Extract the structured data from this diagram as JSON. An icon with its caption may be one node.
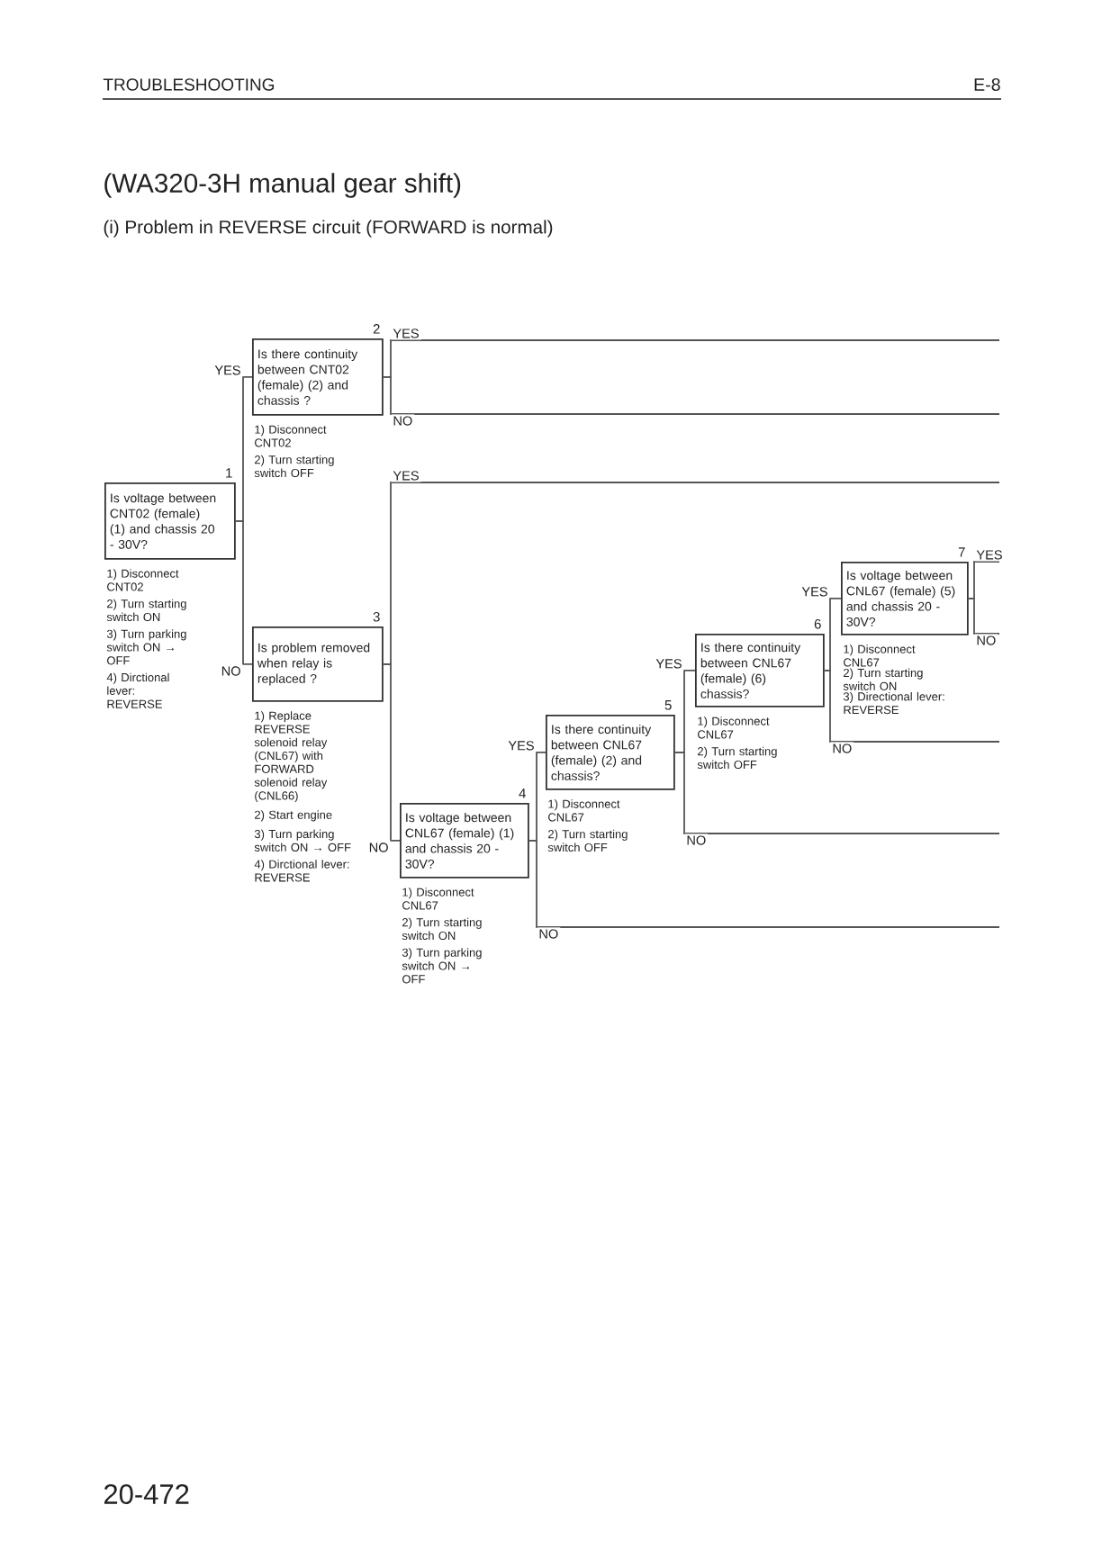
{
  "diagram": {
    "title": "(WA320-3H manual gear shift)",
    "nodes": [
      {
        "text": [
          "1",
          "Is voltage between CNT02 (female) (1) and chassis 20 - 30V?"
        ],
        "beside": [
          "1) Disconnect CNT02",
          "2) Turn starting switch ON",
          "3) Turn parking switch ON → OFF",
          "4) Dirctional lever: REVERSE"
        ]
      },
      {
        "text": [
          "2",
          "Is there continuity between CNT02 (female) (2) and chassis ?"
        ],
        "beside": [
          "1) Disconnect CNT02",
          "2) Turn starting switch OFF"
        ]
      },
      {
        "text": [
          "3",
          "Is problem removed when relay is replaced ?"
        ],
        "beside": [
          "1) Replace REVERSE solenoid relay (CNL67) with FORWARD solenoid relay (CNL66)",
          "2) Start engine",
          "3) Turn parking switch ON → OFF",
          "4) Dirctional lever: REVERSE"
        ]
      },
      {
        "text": [
          "4",
          "Is voltage between CNL67 (female) (1) and chassis 20 - 30V?"
        ],
        "beside": [
          "1) Disconnect CNL67",
          "2) Turn starting switch ON",
          "3) Turn parking switch ON → OFF"
        ]
      },
      {
        "text": [
          "5",
          "Is there continuity between CNL67 (female) (2) and chassis?"
        ],
        "beside": [
          "1) Disconnect CNL67",
          "2) Turn starting switch OFF"
        ]
      },
      {
        "text": [
          "6",
          "Is there continuity between CNL67 (female) (6) chassis?"
        ],
        "beside": [
          "1) Disconnect CNL67",
          "2) Turn starting switch OFF"
        ]
      },
      {
        "text": [
          "7",
          "Is voltage between CNL67 (female) (5) and chassis 20 - 30V?"
        ],
        "beside": [
          "1) Disconnect CNL67",
          "2) Turn starting switch ON",
          "3) Directional lever: REVERSE"
        ]
      }
    ],
    "edges": [
      {
        "from": 0,
        "to": 1,
        "arrow": "none",
        "label": "YES"
      },
      {
        "from": 0,
        "to": 2,
        "arrow": "none",
        "label": "NO"
      },
      {
        "from": 1,
        "to": null,
        "arrow": "none",
        "label": "YES"
      },
      {
        "from": 1,
        "to": null,
        "arrow": "none",
        "label": "NO"
      },
      {
        "from": 2,
        "to": null,
        "arrow": "none",
        "label": "YES"
      },
      {
        "from": 2,
        "to": 3,
        "arrow": "none",
        "label": "NO"
      },
      {
        "from": 3,
        "to": 4,
        "arrow": "none",
        "label": "YES"
      },
      {
        "from": 3,
        "to": null,
        "arrow": "none",
        "label": "NO"
      },
      {
        "from": 4,
        "to": 5,
        "arrow": "none",
        "label": "YES"
      },
      {
        "from": 4,
        "to": null,
        "arrow": "none",
        "label": "NO"
      },
      {
        "from": 5,
        "to": 6,
        "arrow": "none",
        "label": "YES"
      },
      {
        "from": 5,
        "to": null,
        "arrow": "none",
        "label": "NO"
      },
      {
        "from": 6,
        "to": null,
        "arrow": "none",
        "label": "YES"
      },
      {
        "from": 6,
        "to": null,
        "arrow": "none",
        "label": "NO"
      }
    ],
    "labels": [
      "TROUBLESHOOTING",
      "E-8",
      "(i) Problem in REVERSE circuit (FORWARD is normal)",
      "20-472"
    ]
  }
}
